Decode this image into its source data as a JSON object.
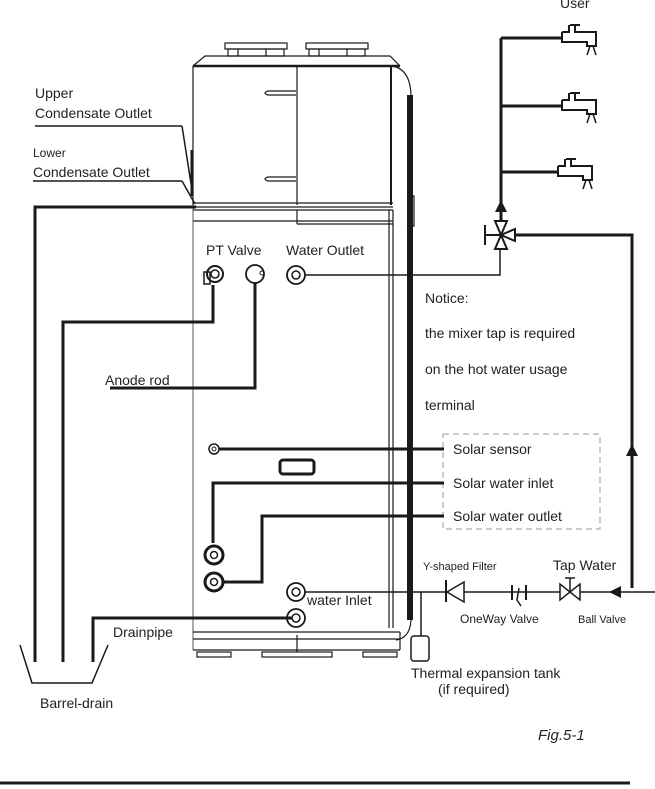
{
  "figure": {
    "caption": "Fig.5-1"
  },
  "labels": {
    "user": "User",
    "upper_condensate_1": "Upper",
    "upper_condensate_2": "Condensate Outlet",
    "lower_condensate_1": "Lower",
    "lower_condensate_2": "Condensate Outlet",
    "pt_valve": "PT Valve",
    "water_outlet": "Water Outlet",
    "anode_rod": "Anode rod",
    "solar_sensor": "Solar sensor",
    "solar_water_inlet": "Solar water inlet",
    "solar_water_outlet": "Solar water outlet",
    "water_inlet": "water Inlet",
    "drainpipe": "Drainpipe",
    "barrel_drain": "Barrel-drain",
    "y_shaped_filter": "Y-shaped Filter",
    "tap_water": "Tap Water",
    "one_way_valve": "OneWay Valve",
    "ball_valve": "Ball Valve",
    "thermal_tank_1": "Thermal expansion tank",
    "thermal_tank_2": "(if required)"
  },
  "notice": {
    "title": "Notice:",
    "lines": [
      "the mixer tap is required",
      "on the hot water usage",
      "terminal"
    ]
  },
  "colors": {
    "line": "#1a1a1a",
    "text": "#222222",
    "dashed_box": "#999999"
  }
}
